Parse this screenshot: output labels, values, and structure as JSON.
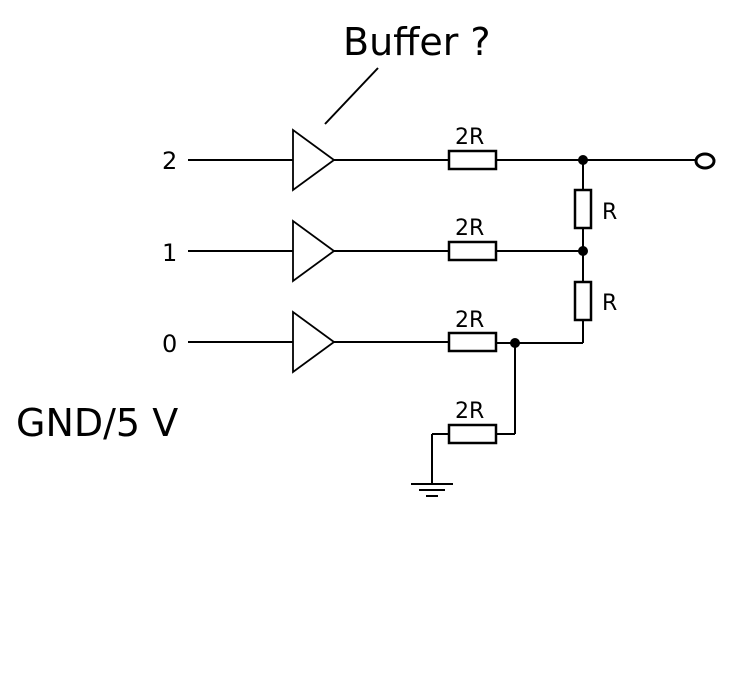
{
  "title": "Buffer ?",
  "inputs": {
    "bit2": "2",
    "bit1": "1",
    "bit0": "0"
  },
  "resistors": {
    "r2r_bit2": "2R",
    "r2r_bit1": "2R",
    "r2r_bit0": "2R",
    "r2r_ground": "2R",
    "r_upper": "R",
    "r_lower": "R"
  },
  "ground_label": "GND/5 V"
}
